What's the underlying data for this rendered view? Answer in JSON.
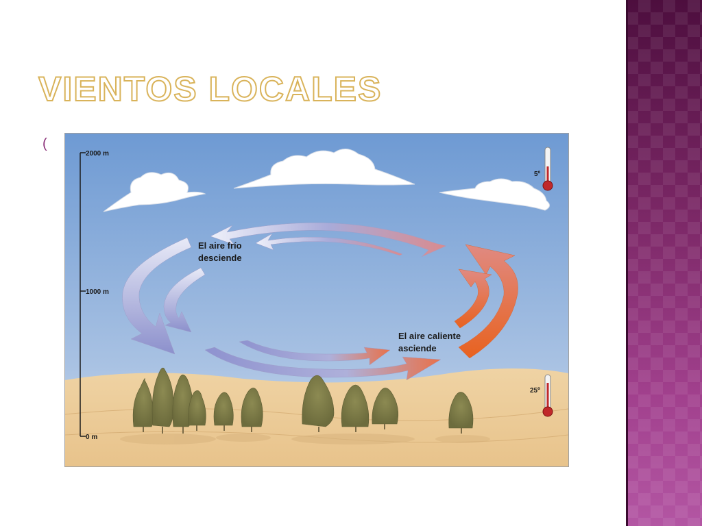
{
  "slide": {
    "title": "Vientos locales",
    "bullet_symbol": "("
  },
  "figure": {
    "scale": {
      "top": "2000 m",
      "middle": "1000 m",
      "bottom": "0 m"
    },
    "labels": {
      "cold_line1": "El aire frío",
      "cold_line2": "desciende",
      "warm_line1": "El aire caliente",
      "warm_line2": "asciende"
    },
    "thermometers": {
      "high": "5º",
      "low": "25º"
    },
    "colors": {
      "sky_top": "#6e9ad3",
      "sky_bottom": "#c7d8ec",
      "ground": "#ebc992",
      "cold_arrow": "#8e92cf",
      "warm_arrow": "#e8692d",
      "accent_title": "#d9b35a",
      "side_band": "#7a2765"
    }
  }
}
